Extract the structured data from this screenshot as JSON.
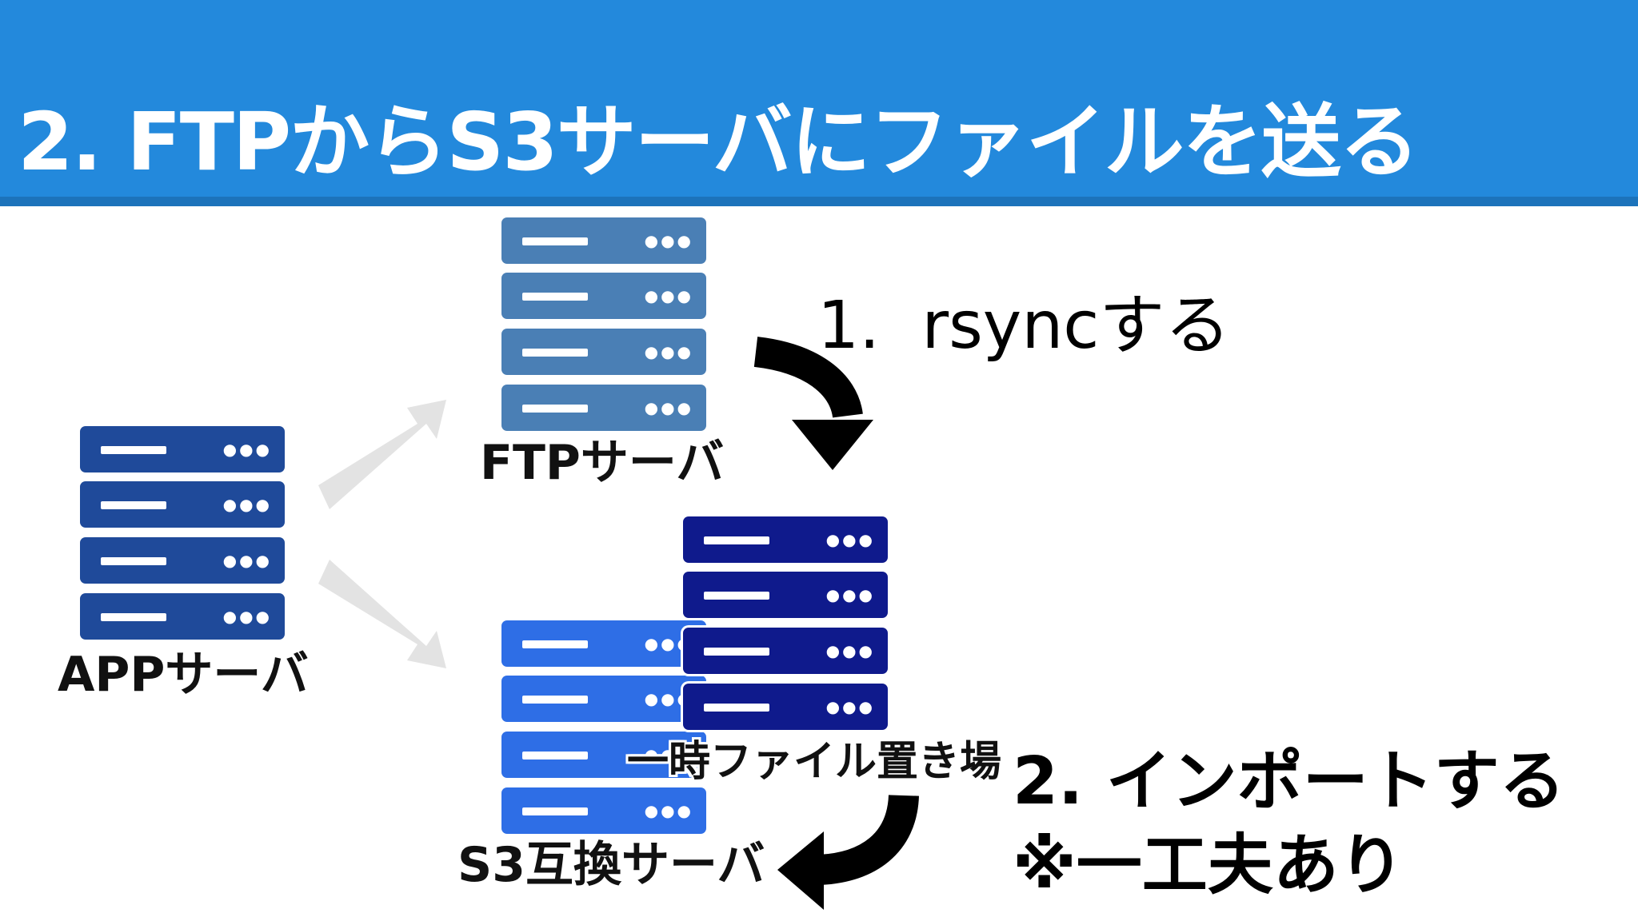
{
  "slide": {
    "title": "2. FTPからS3サーバにファイルを送る"
  },
  "nodes": {
    "app_server": "APPサーバ",
    "ftp_server": "FTPサーバ",
    "s3_server": "S3互換サーバ",
    "temp_storage": "一時ファイル置き場"
  },
  "steps": {
    "step1": "1.  rsyncする",
    "step2_line1": "2. インポートする",
    "step2_line2": "※一工夫あり"
  },
  "icons": {
    "server": "server-rack-icon",
    "flow_arrow": "curved-arrow-icon",
    "fan_arrow": "gray-arrow-icon"
  },
  "colors": {
    "header": "#2389dc",
    "app_server": "#1f4a9a",
    "ftp_server": "#4a7fb5",
    "s3_server": "#2e6ee6",
    "temp_storage": "#0f1a8c"
  }
}
